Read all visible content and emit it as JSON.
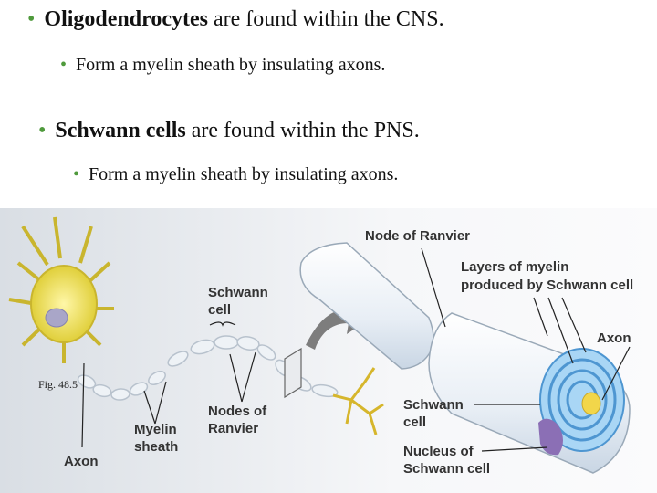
{
  "bullets": [
    {
      "bold": "Oligodendrocytes",
      "rest": " are found within the CNS.",
      "sub": "Form a myelin sheath by insulating axons."
    },
    {
      "bold": "Schwann cells",
      "rest": " are found within the PNS.",
      "sub": "Form a myelin sheath by insulating axons."
    }
  ],
  "bullet_char": "•",
  "labels": {
    "node_of_ranvier": "Node of Ranvier",
    "layers_line1": "Layers of myelin",
    "layers_line2": "produced by Schwann cell",
    "axon_right": "Axon",
    "schwann_cell_top_1": "Schwann",
    "schwann_cell_top_2": "cell",
    "schwann_cell_bottom_1": "Schwann",
    "schwann_cell_bottom_2": "cell",
    "nucleus_1": "Nucleus of",
    "nucleus_2": "Schwann cell",
    "nodes_1": "Nodes of",
    "nodes_2": "Ranvier",
    "myelin_1": "Myelin",
    "myelin_2": "sheath",
    "axon_left": "Axon",
    "fig": "Fig. 48.5"
  },
  "colors": {
    "bullet": "#4f9a3c",
    "neuron": "#e8d94a",
    "myelin": "#f3f6fa",
    "cross_section": "#5aa9e6",
    "nucleus": "#8b6fb5",
    "arrow": "#7d7d7d"
  }
}
